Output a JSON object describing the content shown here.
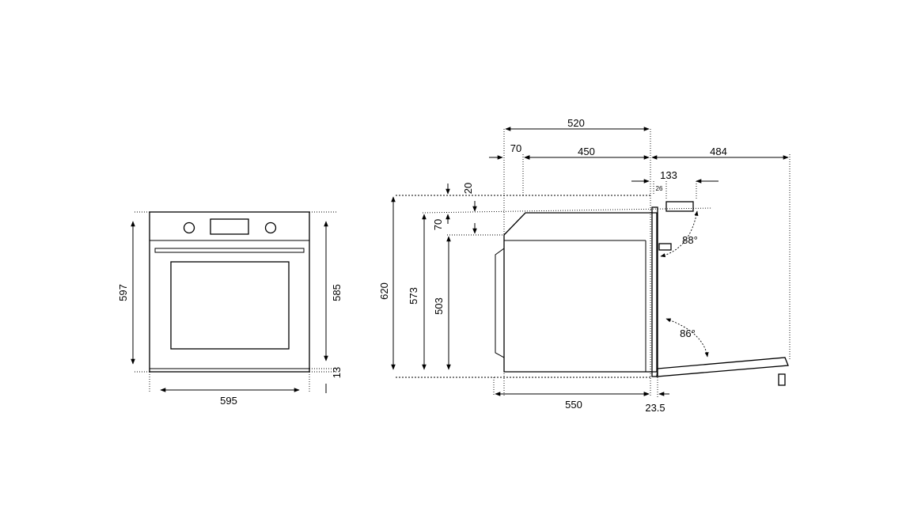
{
  "front_view": {
    "height_total": "597",
    "height_body": "585",
    "bottom_gap": "13",
    "width": "595"
  },
  "side_view": {
    "depth_total": "520",
    "offset_70": "70",
    "depth_450": "450",
    "door_open": "484",
    "handle_133": "133",
    "gap_26": "26",
    "top_20": "20",
    "top_70": "70",
    "height_620": "620",
    "height_573": "573",
    "height_503": "503",
    "depth_550": "550",
    "door_thickness": "23.5",
    "angle_88": "88°",
    "angle_86": "86°"
  }
}
